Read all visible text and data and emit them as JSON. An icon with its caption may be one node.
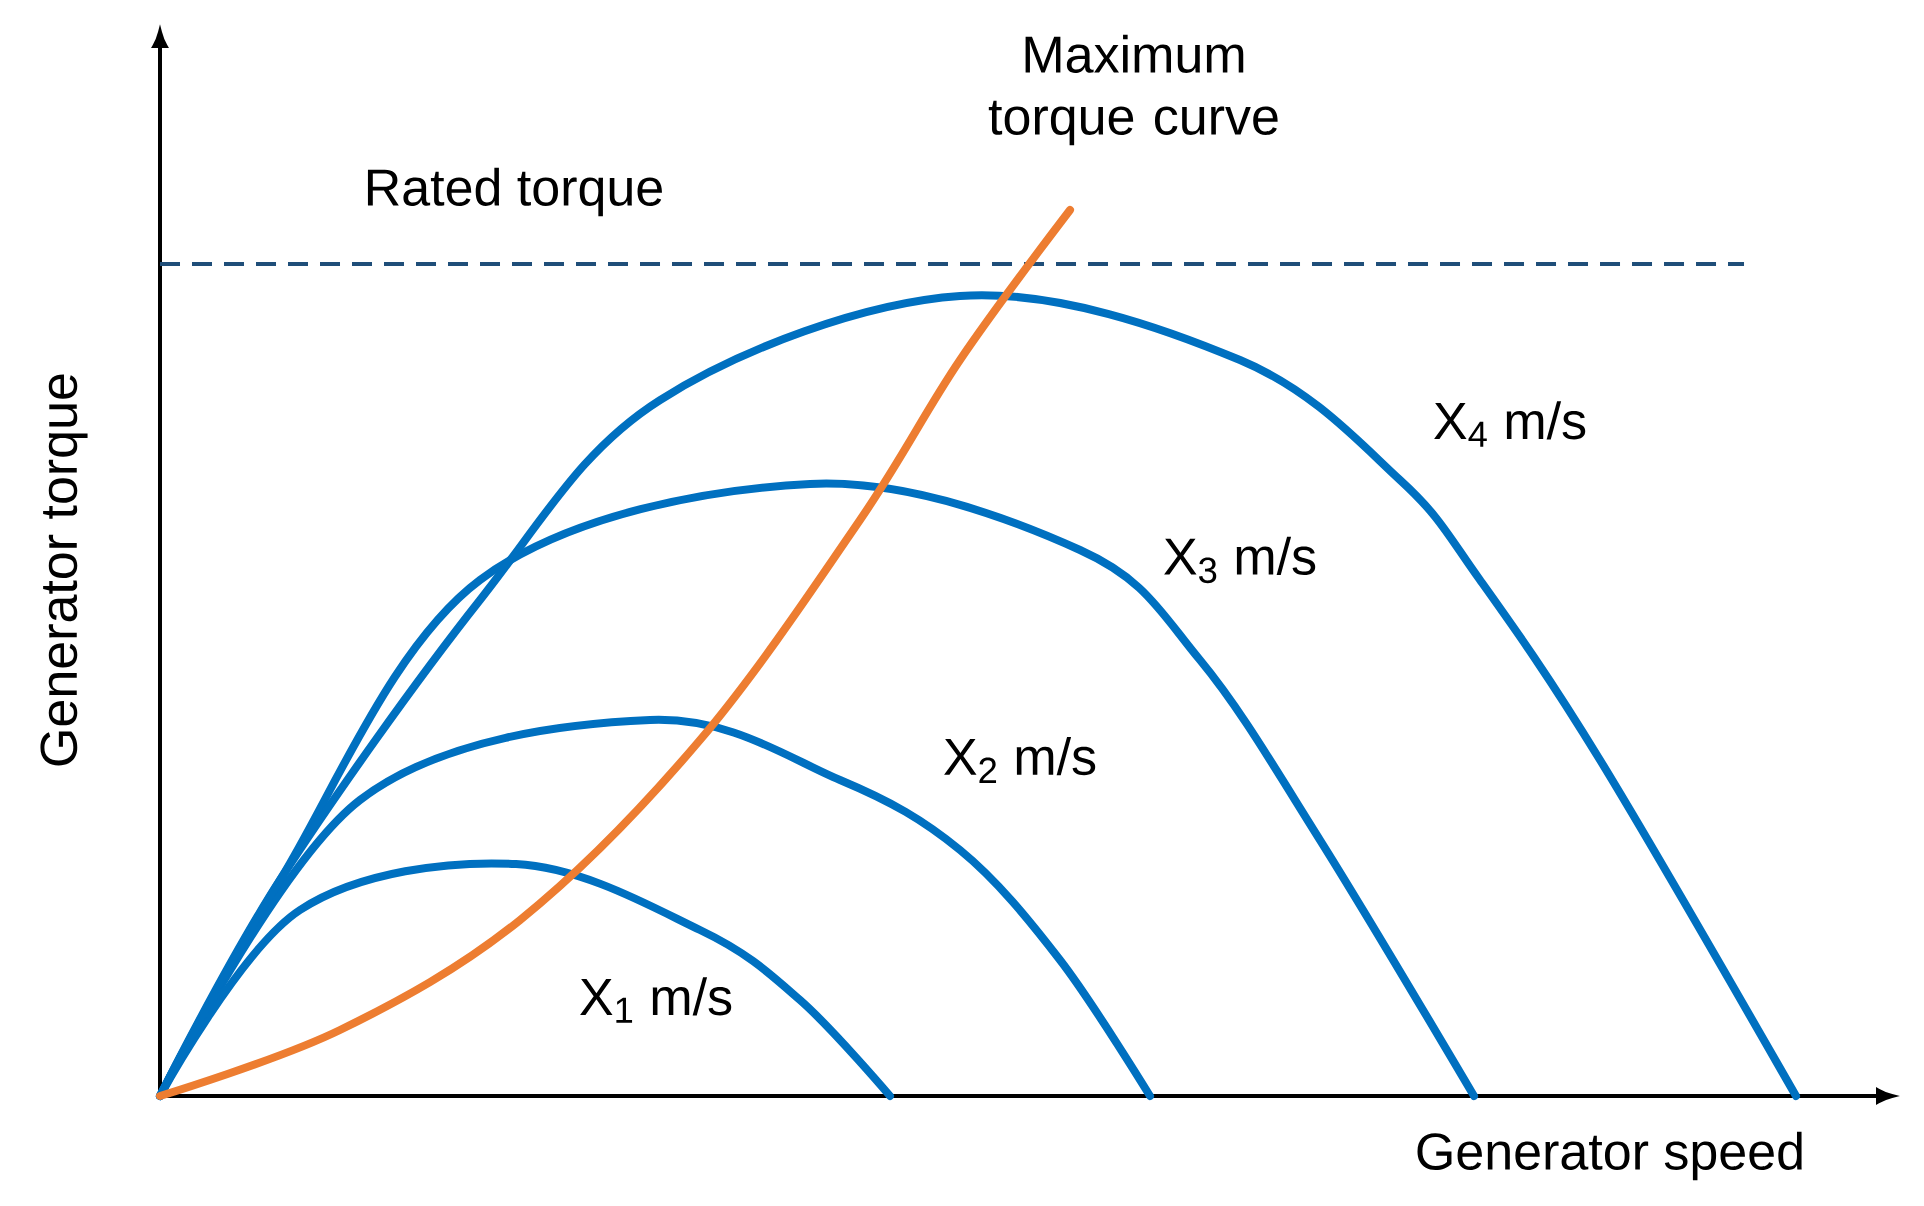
{
  "diagram": {
    "labels": [
      "Maximum torque curve",
      "Rated torque",
      "X$_{4}$ m/s",
      "X$_{3}$ m/s",
      "X$_{2}$ m/s",
      "X$_{1}$ m/s",
      "Generator torque",
      "Generator speed"
    ]
  }
}
